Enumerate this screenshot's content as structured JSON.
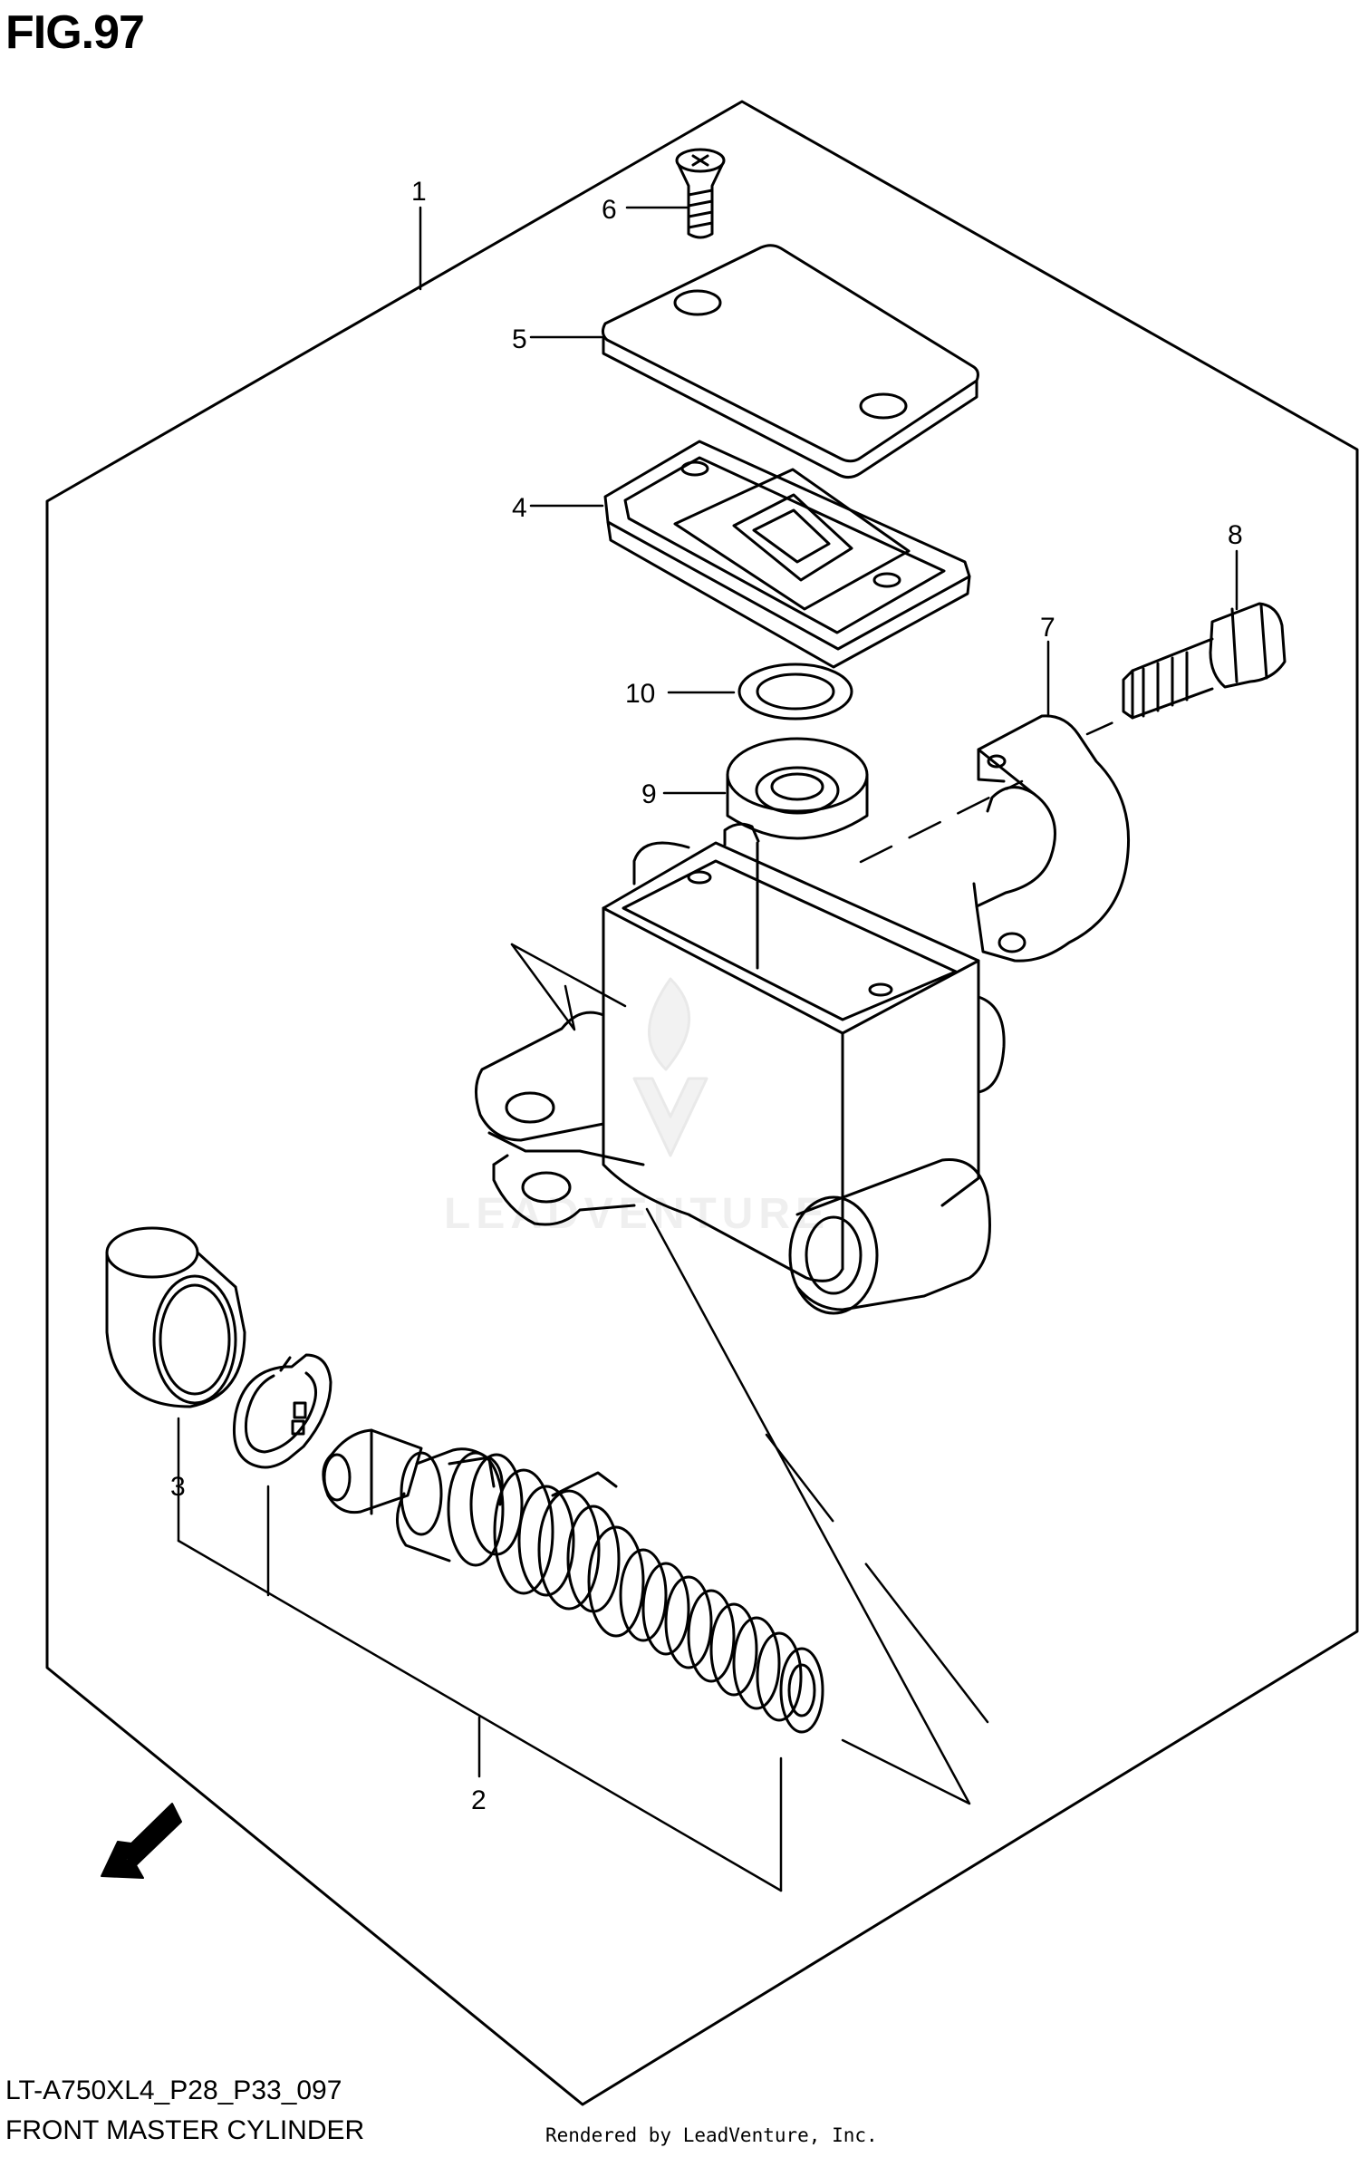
{
  "figure_title": "FIG.97",
  "parts": [
    {
      "callout": "1"
    },
    {
      "callout": "2"
    },
    {
      "callout": "3"
    },
    {
      "callout": "4"
    },
    {
      "callout": "5"
    },
    {
      "callout": "6"
    },
    {
      "callout": "7"
    },
    {
      "callout": "8"
    },
    {
      "callout": "9"
    },
    {
      "callout": "10"
    }
  ],
  "direction_marker": "FWD",
  "watermark": "LEADVENTURE",
  "footer": {
    "model_code": "LT-A750XL4_P28_P33_097",
    "section_name": "FRONT MASTER CYLINDER",
    "rendered_by": "Rendered by LeadVenture, Inc."
  },
  "colors": {
    "line": "#000000",
    "background": "#ffffff",
    "watermark": "#d9d9d9"
  }
}
